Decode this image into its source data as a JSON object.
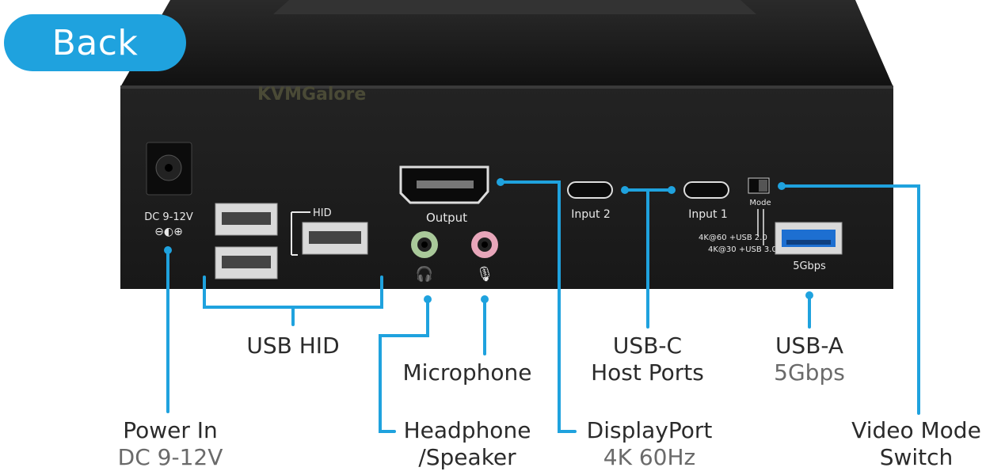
{
  "badge": {
    "label": "Back"
  },
  "watermark": "KVMGalore",
  "device_labels": {
    "power_rating": "DC 9-12V",
    "hid": "HID",
    "output": "Output",
    "input_2": "Input 2",
    "input_1": "Input 1",
    "mode": "Mode",
    "mode_option_1": "4K@60 +USB 2.0",
    "mode_option_2": "4K@30 +USB 3.0",
    "usb_speed": "5Gbps"
  },
  "callouts": {
    "usb_hid": "USB HID",
    "microphone": "Microphone",
    "usb_c_line1": "USB-C",
    "usb_c_line2": "Host Ports",
    "usb_a_line1": "USB-A",
    "usb_a_line2": "5Gbps",
    "power_line1": "Power In",
    "power_line2": "DC 9-12V",
    "headphone_line1": "Headphone",
    "headphone_line2": "/Speaker",
    "displayport_line1": "DisplayPort",
    "displayport_line2": "4K 60Hz",
    "video_mode_line1": "Video Mode",
    "video_mode_line2": "Switch"
  },
  "colors": {
    "accent": "#1fa2de",
    "device": "#1d1d1d",
    "label": "#2b2b2b"
  }
}
